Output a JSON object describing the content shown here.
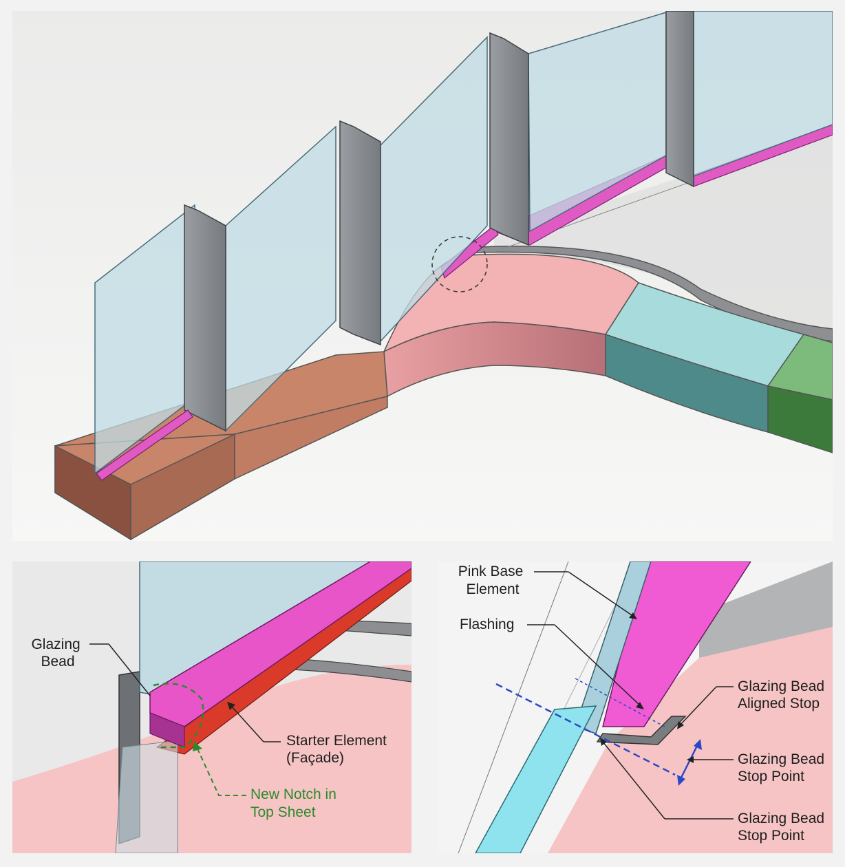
{
  "detail_left": {
    "glazing_bead": [
      "Glazing",
      "Bead"
    ],
    "starter_element": [
      "Starter Element",
      "(Façade)"
    ],
    "new_notch": [
      "New Notch in",
      "Top Sheet"
    ]
  },
  "detail_right": {
    "pink_base_element": [
      "Pink Base",
      "Element"
    ],
    "flashing": "Flashing",
    "glazing_bead_aligned_stop": [
      "Glazing Bead",
      "Aligned Stop"
    ],
    "glazing_bead_stop_point_a": [
      "Glazing Bead",
      "Stop Point"
    ],
    "glazing_bead_stop_point_b": [
      "Glazing Bead",
      "Stop Point"
    ]
  },
  "colors": {
    "brown_base": "#c8846a",
    "pink_base": "#f2b4b4",
    "teal_base": "#9fd8d8",
    "green_base": "#79b879",
    "magenta_bead": "#e455c8",
    "glass": "#bcd8e0",
    "mullion": "#8e9296",
    "notch_green": "#2b8a2b",
    "dimension_blue": "#2a48c8"
  }
}
